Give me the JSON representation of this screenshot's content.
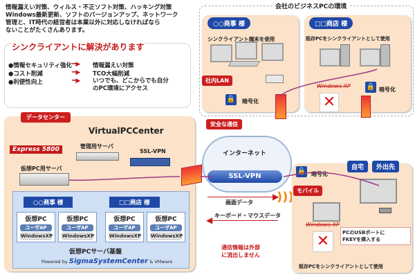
{
  "intro": {
    "text": "情報漏えい対策、ウィルス・不正ソフト対策、ハッキング対策\nWindows最新更新、ソフトのバージョンアップ、ネットワーク\n管理と、IT時代の経営者は本業以外に対応しなければなら\nないことがたくさんあります。"
  },
  "solution": {
    "title": "シンクライアントに解決があります",
    "items": [
      {
        "label": "情報セキュリティ強化",
        "result": "情報漏えい対策"
      },
      {
        "label": "コスト削減",
        "result": "TCO大幅削減"
      },
      {
        "label": "利便性向上",
        "result": "いつでも、どこからでも自分\nのPC環境にアクセス"
      }
    ]
  },
  "company": {
    "title": "会社のビジネスPCの環境",
    "left_tag": "○○商事 様",
    "left_caption": "シンクライアント端末を使用",
    "lan_label": "社内LAN",
    "encrypt_left": "暗号化",
    "right_tag": "□□商店 様",
    "right_caption": "既存PCをシンクライアントとして使用",
    "winxp": "Windows XP",
    "encrypt_right": "暗号化"
  },
  "datacenter": {
    "tag": "データセンター",
    "title": "VirtualPCCenter",
    "express_logo": "Express 5800",
    "mgmt_server": "管理用サーバ",
    "vpn_label": "SSL-VPN",
    "vm_server": "仮想PC用サーバ",
    "customers": [
      {
        "name": "○○商事 様",
        "vms": [
          {
            "title": "仮想PC",
            "app": "ユーザAP",
            "os": "WindowsXP"
          },
          {
            "title": "仮想PC",
            "app": "ユーザAP",
            "os": "WindowsXP"
          }
        ]
      },
      {
        "name": "□□商店 様",
        "vms": [
          {
            "title": "仮想PC",
            "app": "ユーザAP",
            "os": "WindowsXP"
          },
          {
            "title": "仮想PC",
            "app": "ユーザAP",
            "os": "WindowsXP"
          }
        ]
      }
    ],
    "base_title": "仮想PCサーバ基盤",
    "powered_by": "Powered by",
    "sigma_logo": "SigmaSystemCenter",
    "vmware": "& VMware"
  },
  "network": {
    "secure_tag": "安全な通信",
    "internet": "インターネット",
    "ssl": "SSL-VPN",
    "screen_data": "画面データ",
    "kbd_mouse": "キーボード・マウスデータ",
    "note": "通信情報は外部\nに流出しません"
  },
  "home": {
    "tag1": "自宅",
    "tag2": "外出先",
    "mobile": "モバイル",
    "encrypt": "暗号化",
    "winxp": "Windows XP",
    "fkey_note": "PCのUSBポートに\nFKEYを挿入する",
    "caption": "既存PCをシンクライアントとして使用"
  },
  "colors": {
    "brand_red": "#cc1e1e",
    "accent_blue": "#1f49a8",
    "pane_peach": "#fbe2c8"
  }
}
